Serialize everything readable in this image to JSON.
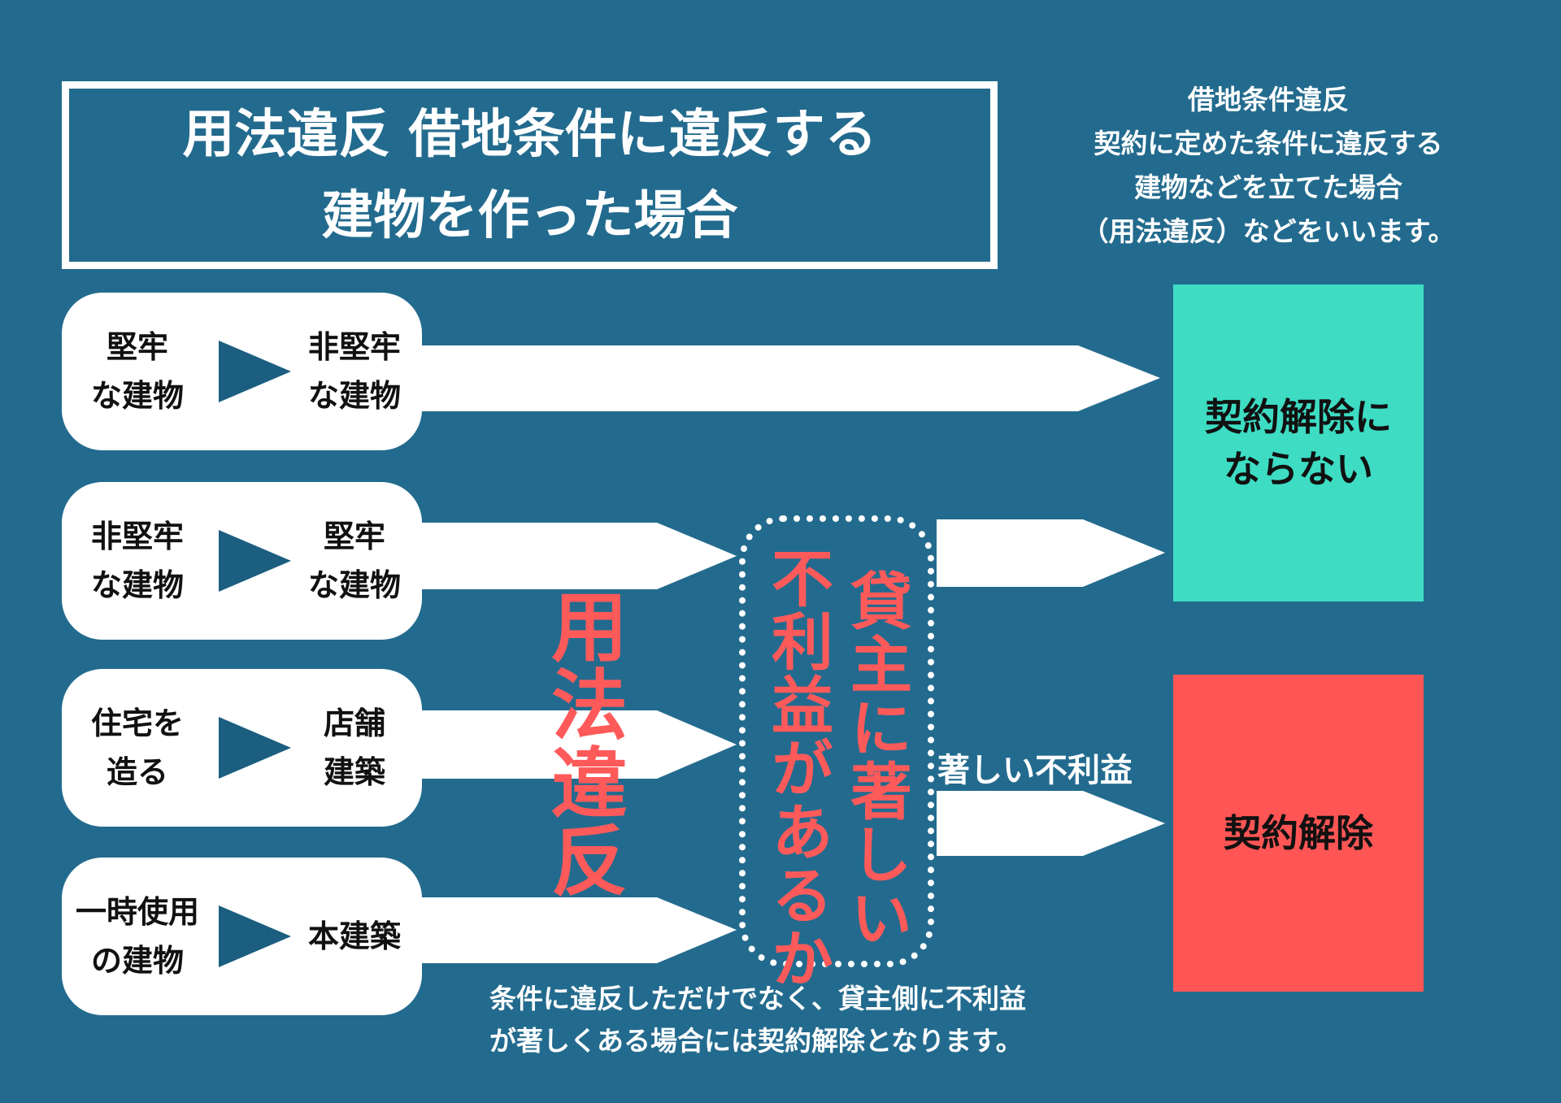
{
  "title": {
    "line1": "用法違反 借地条件に違反する",
    "line2": "建物を作った場合"
  },
  "note": {
    "lines": [
      "借地条件違反",
      "契約に定めた条件に違反する",
      "建物などを立てた場合",
      "（用法違反）などをいいます。"
    ]
  },
  "cases": [
    {
      "from": [
        "堅牢",
        "な建物"
      ],
      "to": [
        "非堅牢",
        "な建物"
      ]
    },
    {
      "from": [
        "非堅牢",
        "な建物"
      ],
      "to": [
        "堅牢",
        "な建物"
      ]
    },
    {
      "from": [
        "住宅を",
        "造る"
      ],
      "to": [
        "店舗",
        "建築"
      ]
    },
    {
      "from": [
        "一時使用",
        "の建物"
      ],
      "to": [
        "本建築"
      ]
    }
  ],
  "violation_label": "用法違反",
  "question": {
    "col1": "貸主に著しい",
    "col2": "不利益があるか"
  },
  "branch_label": "著しい不利益",
  "outcomes": {
    "no_termination": [
      "契約解除に",
      "ならない"
    ],
    "termination": "契約解除"
  },
  "footer": [
    "条件に違反しただけでなく、貸主側に不利益",
    "が著しくある場合には契約解除となります。"
  ],
  "colors": {
    "background": "#236b8e",
    "teal": "#3ddcc3",
    "red": "#ff5555",
    "accent_text": "#ff5a5a"
  }
}
